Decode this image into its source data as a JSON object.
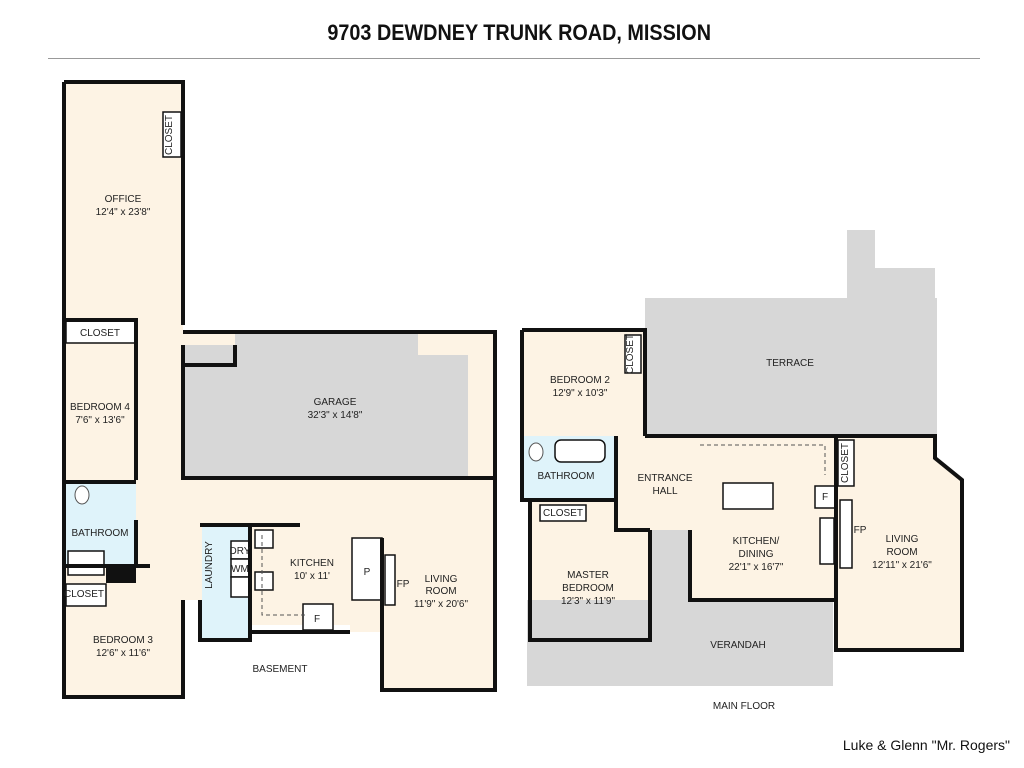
{
  "title": "9703 DEWDNEY TRUNK ROAD, MISSION",
  "credit": "Luke & Glenn \"Mr. Rogers\"",
  "colors": {
    "room": "#fdf3e4",
    "outdoor": "#d7d7d7",
    "wet_room": "#dff3fa",
    "wall": "#111111"
  },
  "basement": {
    "label": "BASEMENT",
    "office": {
      "name": "OFFICE",
      "size": "12'4\" x 23'8\""
    },
    "office_closet": "CLOSET",
    "bedroom4": {
      "name": "BEDROOM 4",
      "size": "7'6\" x 13'6\""
    },
    "bedroom4_closet": "CLOSET",
    "bathroom": "BATHROOM",
    "bedroom3": {
      "name": "BEDROOM 3",
      "size": "12'6\" x 11'6\""
    },
    "bedroom3_closet": "CLOSET",
    "garage": {
      "name": "GARAGE",
      "size": "32'3\" x 14'8\""
    },
    "laundry": "LAUNDRY",
    "dryer": "DRY",
    "washer": "WM",
    "kitchen": {
      "name": "KITCHEN",
      "size": "10' x 11'"
    },
    "pantry": "P",
    "fridge": "F",
    "fireplace": "FP",
    "living": {
      "name1": "LIVING",
      "name2": "ROOM",
      "size": "11'9\" x 20'6\""
    }
  },
  "main_floor": {
    "label": "MAIN FLOOR",
    "bedroom2": {
      "name": "BEDROOM 2",
      "size": "12'9\" x 10'3\""
    },
    "bedroom2_closet": "CLOSET",
    "terrace": "TERRACE",
    "bathroom": "BATHROOM",
    "entrance": {
      "line1": "ENTRANCE",
      "line2": "HALL"
    },
    "kitchen": {
      "line1": "KITCHEN/",
      "line2": "DINING",
      "size": "22'1\" x 16'7\""
    },
    "fridge": "F",
    "closet": "CLOSET",
    "fireplace": "FP",
    "living": {
      "name1": "LIVING",
      "name2": "ROOM",
      "size": "12'11\" x 21'6\""
    },
    "master": {
      "name1": "MASTER",
      "name2": "BEDROOM",
      "size": "12'3\" x 11'9\""
    },
    "master_closet": "CLOSET",
    "verandah": "VERANDAH"
  }
}
